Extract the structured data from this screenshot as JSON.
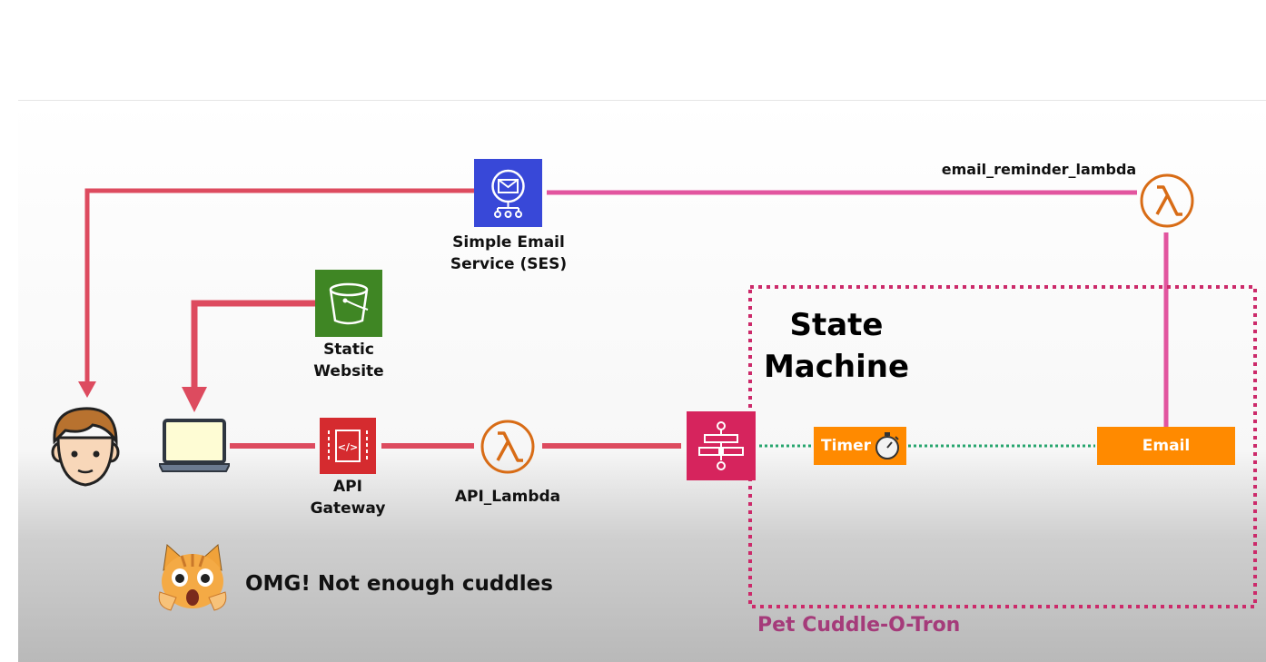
{
  "labels": {
    "ses_line1": "Simple Email",
    "ses_line2": "Service (SES)",
    "s3_line1": "Static",
    "s3_line2": "Website",
    "apigw_line1": "API",
    "apigw_line2": "Gateway",
    "api_lambda": "API_Lambda",
    "email_lambda": "email_reminder_lambda",
    "state_line1": "State",
    "state_line2": "Machine",
    "timer": "Timer",
    "email": "Email",
    "cat_text": "OMG! Not enough cuddles",
    "project": "Pet Cuddle-O-Tron"
  },
  "colors": {
    "red_line": "#dd4b5f",
    "pink_line": "#e2559f",
    "green_dotted": "#27a56e",
    "state_border": "#cc2a6a",
    "project_text": "#a53b7a",
    "ses": "#3848d8",
    "s3": "#3f8624",
    "apigw": "#d52b2f",
    "lambda": "#d86c16",
    "stepfunctions": "#d6245d",
    "orange_box": "#ff8a00"
  },
  "icons": [
    "user-face-icon",
    "laptop-icon",
    "ses-icon",
    "s3-bucket-icon",
    "api-gateway-icon",
    "lambda-icon",
    "step-functions-icon",
    "stopwatch-icon",
    "scared-cat-icon"
  ]
}
